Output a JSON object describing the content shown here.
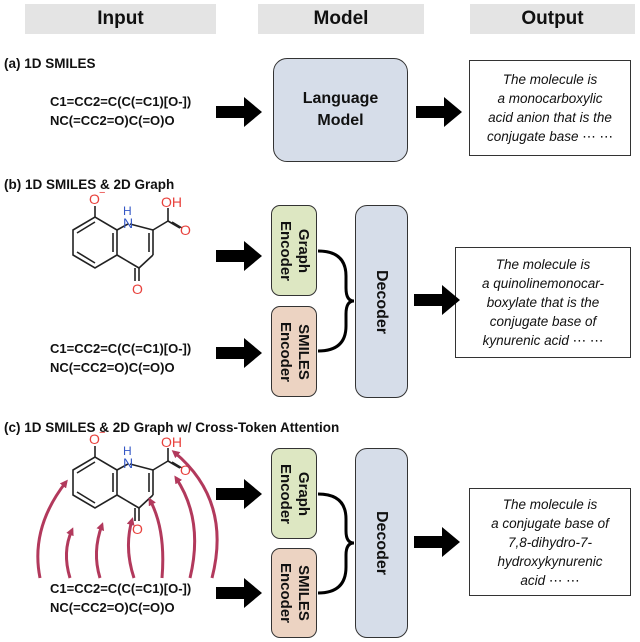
{
  "headers": {
    "input": "Input",
    "model": "Model",
    "output": "Output"
  },
  "sections": [
    {
      "label": "(a) 1D SMILES",
      "smiles": [
        "C1=CC2=C(C(=C1)[O-])",
        "NC(=CC2=O)C(=O)O"
      ],
      "model": [
        "Language",
        "Model"
      ],
      "output": [
        "The molecule is",
        "a monocarboxylic",
        "acid anion that is the",
        "conjugate base ⋯ ⋯"
      ]
    },
    {
      "label": "(b) 1D SMILES & 2D Graph",
      "smiles": [
        "C1=CC2=C(C(=C1)[O-])",
        "NC(=CC2=O)C(=O)O"
      ],
      "graph_encoder": [
        "Graph",
        "Encoder"
      ],
      "smiles_encoder": [
        "SMILES",
        "Encoder"
      ],
      "decoder": "Decoder",
      "output": [
        "The molecule is",
        "a quinolinemonocar-",
        "boxylate that is the",
        "conjugate base of",
        "kynurenic acid ⋯ ⋯"
      ]
    },
    {
      "label": "(c) 1D SMILES & 2D Graph w/ Cross-Token Attention",
      "smiles": [
        "C1=CC2=C(C(=C1)[O-])",
        "NC(=CC2=O)C(=O)O"
      ],
      "graph_encoder": [
        "Graph",
        "Encoder"
      ],
      "smiles_encoder": [
        "SMILES",
        "Encoder"
      ],
      "decoder": "Decoder",
      "output": [
        "The molecule is",
        "a conjugate base of",
        "7,8-dihydro-7-",
        "hydroxykynurenic",
        "acid ⋯ ⋯"
      ]
    }
  ],
  "atoms": {
    "oxyanion": "O",
    "charge": "−",
    "nh": "N",
    "h": "H",
    "oh": "OH",
    "ketone": "O"
  },
  "colors": {
    "header_bg": "#e4e4e4",
    "model_bg": "#d6dde9",
    "graph_encoder_bg": "#dde7c2",
    "smiles_encoder_bg": "#ecd3c2",
    "oxygen": "#e8413c",
    "nitrogen": "#3558c6",
    "attention_arrow": "#b2395c"
  }
}
